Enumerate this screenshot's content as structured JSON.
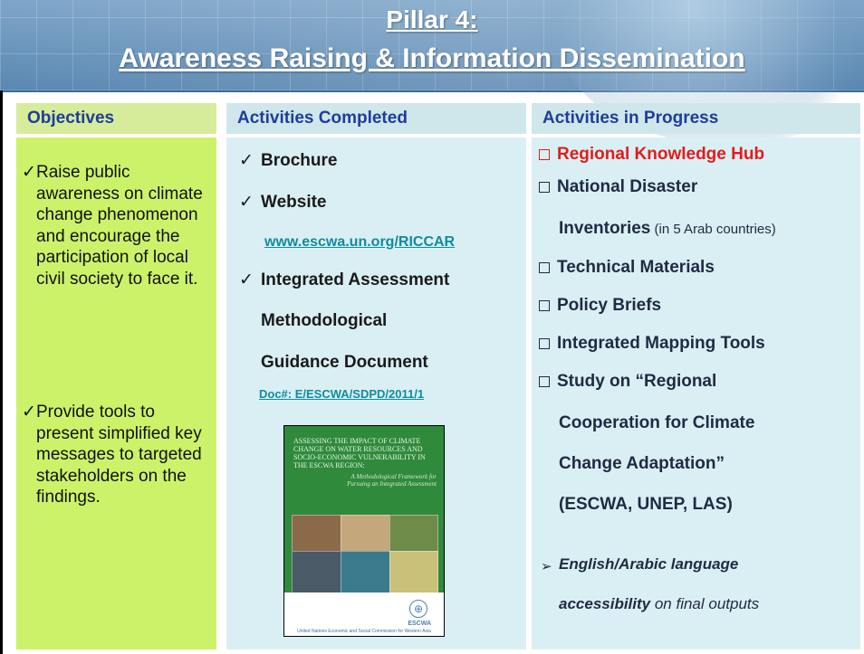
{
  "header": {
    "title_line1": "Pillar 4:",
    "title_line2": "Awareness Raising & Information Dissemination"
  },
  "columns": {
    "objectives": "Objectives",
    "completed": "Activities Completed",
    "in_progress": "Activities in Progress"
  },
  "objectives": [
    {
      "mark": "✓",
      "text": "Raise public awareness on climate change phenomenon and encourage the participation of local civil society to face it."
    },
    {
      "mark": "✓",
      "text": "Provide tools to present simplified key messages to targeted stakeholders on the findings."
    }
  ],
  "completed": {
    "check": "✓",
    "item1": "Brochure",
    "item2": "Website",
    "link": "www.escwa.un.org/RICCAR",
    "item3_line1": "Integrated Assessment",
    "item3_line2": "Methodological",
    "item3_line3": "Guidance Document",
    "doc_ref": "Doc#: E/ESCWA/SDPD/2011/1",
    "book": {
      "title": "ASSESSING THE IMPACT OF CLIMATE CHANGE ON WATER RESOURCES AND SOCIO-ECONOMIC VULNERABILITY IN THE ESCWA REGION:",
      "subtitle": "A Methodological Framework for Pursuing an Integrated Assessment",
      "org": "ESCWA",
      "footer": "United Nations Economic and Social Commission for Western Asia"
    }
  },
  "in_progress": {
    "item1": "Regional Knowledge Hub",
    "item2_line1": "National Disaster",
    "item2_line2": "Inventories",
    "item2_note": " (in 5 Arab countries)",
    "item3": "Technical Materials",
    "item4": "Policy Briefs",
    "item5": "Integrated Mapping Tools",
    "item6_line1": "Study on “Regional",
    "item6_line2": "Cooperation for Climate",
    "item6_line3": "Change Adaptation”",
    "item6_line4": "(ESCWA, UNEP, LAS)",
    "arrow": "➢",
    "note_bold": "English/Arabic language",
    "note_bold2": "accessibility",
    "note_rest": " on final outputs"
  },
  "colors": {
    "header": "#5a87b1",
    "heading_text": "#1f3d9c",
    "objectives_bg": "#ccf26a",
    "panel_bg": "#daeff3",
    "link": "#0f8c9e",
    "hub_red": "#e41b1b"
  }
}
